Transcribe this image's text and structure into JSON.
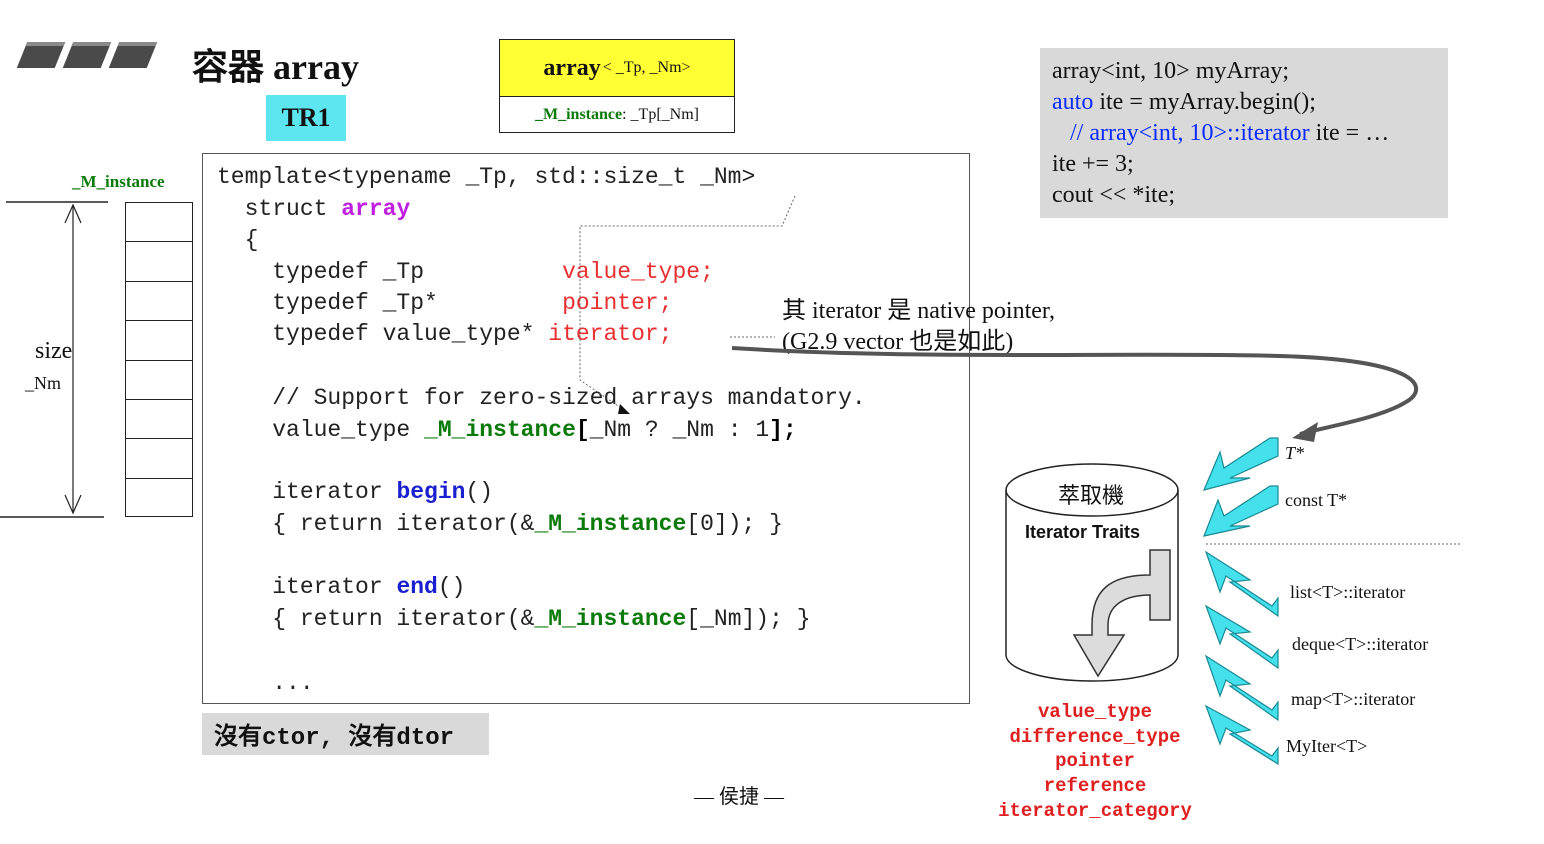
{
  "header": {
    "title": "容器 array",
    "tr1": "TR1"
  },
  "uml": {
    "name": "array",
    "template": "< _Tp, _Nm>",
    "member_name": "_M_instance",
    "member_type": " : _Tp[_Nm]"
  },
  "example": {
    "lines": [
      [
        "array<int, 10> myArray;"
      ],
      [
        "auto",
        " ite = myArray.begin();"
      ],
      [
        "   // ",
        "array<int, 10>::iterator",
        " ite = …"
      ],
      [
        "ite += 3;"
      ],
      [
        "cout << *ite;"
      ]
    ]
  },
  "diagram": {
    "member": "_M_instance",
    "size": "size",
    "nm": "_Nm"
  },
  "code": {
    "l1": "template<typename _Tp, std::size_t _Nm>",
    "l2a": "  struct ",
    "l2b": "array",
    "l3": "  {",
    "l4a": "    typedef _Tp          ",
    "l4b": "value_type;",
    "l5a": "    typedef _Tp*         ",
    "l5b": "pointer;",
    "l6a": "    typedef value_type* ",
    "l6b": "iterator;",
    "l7": "    // Support for zero-sized arrays mandatory.",
    "l8a": "    value_type ",
    "l8b": "_M_instance",
    "l8c": "[",
    "l8d": "_Nm ? _Nm : 1",
    "l8e": "];",
    "l9a": "    iterator ",
    "l9b": "begin",
    "l9c": "()",
    "l10a": "    { return iterator(&",
    "l10b": "_M_instance",
    "l10c": "[0]); }",
    "l11a": "    iterator ",
    "l11b": "end",
    "l11c": "()",
    "l12a": "    { return iterator(&",
    "l12b": "_M_instance",
    "l12c": "[_Nm]); }",
    "l13": "    ..."
  },
  "note": {
    "line1": "其 iterator 是 native pointer,",
    "line2": "(G2.9 vector 也是如此)"
  },
  "ctor_note": "沒有ctor, 沒有dtor",
  "footer": "— 侯捷 —",
  "traits": {
    "cyl_title": "萃取機",
    "cyl_label": "Iterator Traits",
    "inputs": [
      "T*",
      "const T*",
      "list<T>::iterator",
      "deque<T>::iterator",
      "map<T>::iterator",
      "MyIter<T>"
    ],
    "outputs": [
      "value_type",
      "difference_type",
      "pointer",
      "reference",
      "iterator_category"
    ]
  }
}
